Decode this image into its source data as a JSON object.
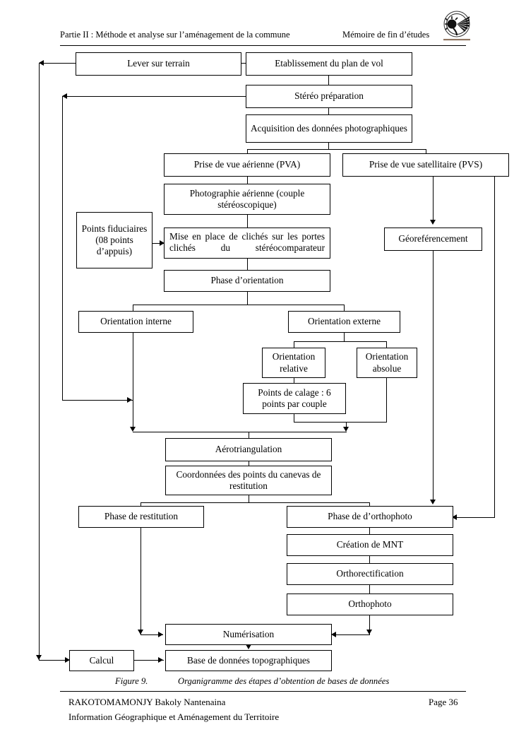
{
  "header": {
    "left": "Partie II : Méthode et analyse sur l’aménagement de la commune",
    "right": "Mémoire de fin d’études",
    "logo_icon": "institution-emblem-icon"
  },
  "figure": {
    "number": "Figure 9.",
    "caption": "Organigramme des étapes d’obtention de bases de données"
  },
  "footer": {
    "author": "RAKOTOMAMONJY Bakoly Nantenaina",
    "department": "Information Géographique et Aménagement du Territoire",
    "page": "Page 36"
  },
  "chart_data": {
    "type": "diagram",
    "title": "Organigramme des étapes d’obtention de bases de données",
    "nodes": [
      {
        "id": "lever",
        "label": "Lever sur terrain"
      },
      {
        "id": "plan_vol",
        "label": "Etablissement du plan de vol"
      },
      {
        "id": "stereo_prep",
        "label": "Stéréo préparation"
      },
      {
        "id": "acquisition",
        "label": "Acquisition des données photographiques"
      },
      {
        "id": "pva",
        "label": "Prise de vue aérienne (PVA)"
      },
      {
        "id": "pvs",
        "label": "Prise de vue satellitaire (PVS)"
      },
      {
        "id": "photo_aer",
        "label": "Photographie aérienne (couple stéréoscopique)"
      },
      {
        "id": "fiduciaires",
        "label": "Points fiduciaires (08 points d’appuis)"
      },
      {
        "id": "mise_place",
        "label": "Mise en place de clichés sur les portes clichés du stéréocomparateur"
      },
      {
        "id": "georef",
        "label": "Géoreférencement"
      },
      {
        "id": "phase_orient",
        "label": "Phase d’orientation"
      },
      {
        "id": "or_interne",
        "label": "Orientation interne"
      },
      {
        "id": "or_externe",
        "label": "Orientation externe"
      },
      {
        "id": "or_relative",
        "label": "Orientation relative"
      },
      {
        "id": "or_absolue",
        "label": "Orientation absolue"
      },
      {
        "id": "calage",
        "label": "Points de calage : 6 points par couple"
      },
      {
        "id": "aerotri",
        "label": "Aérotriangulation"
      },
      {
        "id": "coord",
        "label": "Coordonnées des points du canevas de restitution"
      },
      {
        "id": "restitution",
        "label": "Phase de restitution"
      },
      {
        "id": "orthophoto_ph",
        "label": "Phase de d’orthophoto"
      },
      {
        "id": "mnt",
        "label": "Création de MNT"
      },
      {
        "id": "orthorect",
        "label": "Orthorectification"
      },
      {
        "id": "orthophoto",
        "label": "Orthophoto"
      },
      {
        "id": "numerisation",
        "label": "Numérisation"
      },
      {
        "id": "calcul",
        "label": "Calcul"
      },
      {
        "id": "bdd",
        "label": "Base de données topographiques"
      }
    ],
    "edges": [
      {
        "from": "plan_vol",
        "to": "lever"
      },
      {
        "from": "plan_vol",
        "to": "stereo_prep"
      },
      {
        "from": "stereo_prep",
        "to": "acquisition"
      },
      {
        "from": "acquisition",
        "to": "pva"
      },
      {
        "from": "acquisition",
        "to": "pvs"
      },
      {
        "from": "pva",
        "to": "photo_aer"
      },
      {
        "from": "photo_aer",
        "to": "mise_place"
      },
      {
        "from": "fiduciaires",
        "to": "mise_place"
      },
      {
        "from": "mise_place",
        "to": "phase_orient"
      },
      {
        "from": "pvs",
        "to": "georef"
      },
      {
        "from": "georef",
        "to": "orthophoto_ph"
      },
      {
        "from": "pvs",
        "to": "orthophoto_ph"
      },
      {
        "from": "phase_orient",
        "to": "or_interne"
      },
      {
        "from": "phase_orient",
        "to": "or_externe"
      },
      {
        "from": "or_externe",
        "to": "or_relative"
      },
      {
        "from": "or_externe",
        "to": "or_absolue"
      },
      {
        "from": "or_relative",
        "to": "calage"
      },
      {
        "from": "or_interne",
        "to": "aerotri"
      },
      {
        "from": "calage",
        "to": "aerotri"
      },
      {
        "from": "or_absolue",
        "to": "aerotri"
      },
      {
        "from": "aerotri",
        "to": "coord"
      },
      {
        "from": "coord",
        "to": "restitution"
      },
      {
        "from": "coord",
        "to": "orthophoto_ph"
      },
      {
        "from": "orthophoto_ph",
        "to": "mnt"
      },
      {
        "from": "mnt",
        "to": "orthorect"
      },
      {
        "from": "orthorect",
        "to": "orthophoto"
      },
      {
        "from": "orthophoto",
        "to": "numerisation"
      },
      {
        "from": "restitution",
        "to": "numerisation"
      },
      {
        "from": "numerisation",
        "to": "bdd"
      },
      {
        "from": "calcul",
        "to": "bdd"
      },
      {
        "from": "stereo_prep",
        "to": "or_interne",
        "kind": "feedback"
      },
      {
        "from": "lever",
        "to": "calcul",
        "kind": "feedback"
      }
    ]
  }
}
